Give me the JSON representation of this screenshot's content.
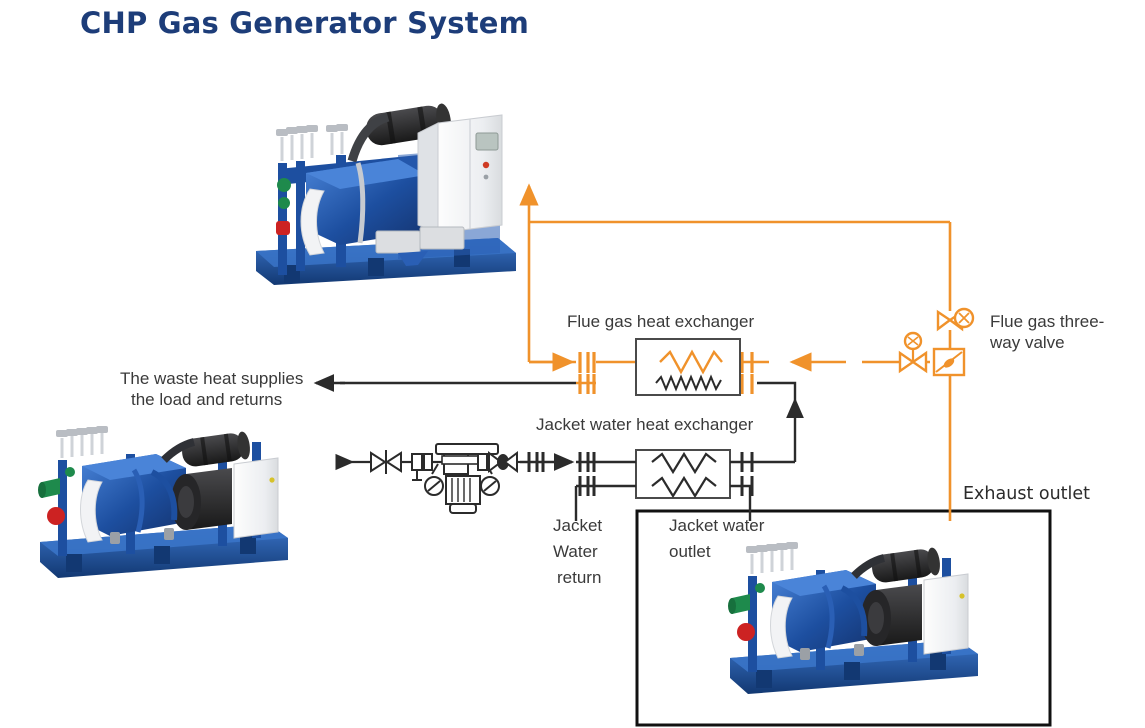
{
  "page": {
    "title": "CHP Gas Generator System",
    "title_color": "#1d3d79",
    "background": "#ffffff"
  },
  "palette": {
    "flue_gas_line": "#F0922B",
    "water_line": "#2b2b2b",
    "label_text": "#3a3a3a",
    "machine_blue": "#1d4fa0",
    "machine_blue_dark": "#123872",
    "machine_blue_light": "#3a74c8",
    "cabinet_white": "#f1f2f4",
    "accent_green": "#1e8a4c",
    "accent_red": "#cc2222",
    "metal_grey": "#b8bcc2",
    "black_part": "#2a2a2c"
  },
  "labels": {
    "flue_gas_heat_exchanger": "Flue gas heat exchanger",
    "jacket_water_heat_exchanger": "Jacket water heat exchanger",
    "flue_gas_three_way_valve_line1": "Flue gas three-",
    "flue_gas_three_way_valve_line2": "way valve",
    "waste_heat_line1": "The waste heat supplies",
    "waste_heat_line2": "the load and returns",
    "jacket_water_return_line1": "Jacket",
    "jacket_water_return_line2": "Water",
    "jacket_water_return_line3": "return",
    "jacket_water_outlet_line1": "Jacket water",
    "jacket_water_outlet_line2": "outlet",
    "exhaust_outlet": "Exhaust outlet"
  },
  "equipment": {
    "generator_top": "chp-gas-generator-unit-with-control-cabinet",
    "generator_left": "chp-gas-generator-unit",
    "generator_boxed": "chp-gas-generator-unit-highlighted",
    "flue_gas_exchanger": "flue-gas-heat-exchanger-shell",
    "jacket_water_exchanger": "jacket-water-heat-exchanger-shell",
    "circulation_pump": "jacket-water-circulation-pump",
    "three_way_valve": "flue-gas-three-way-valve",
    "damper_valve": "flue-gas-damper-valve"
  },
  "flow_paths": {
    "flue_gas_supply": "generator-exhaust-up-then-right-to-three-way-valve",
    "flue_gas_to_exchanger": "three-way-valve-left-into-flue-gas-heat-exchanger",
    "exhaust_stack": "three-way-valve-down-to-exhaust-outlet",
    "hot_water_supply": "heat-exchangers-left-to-load",
    "jacket_water_loop": "pump-to-jacket-water-heat-exchanger"
  }
}
